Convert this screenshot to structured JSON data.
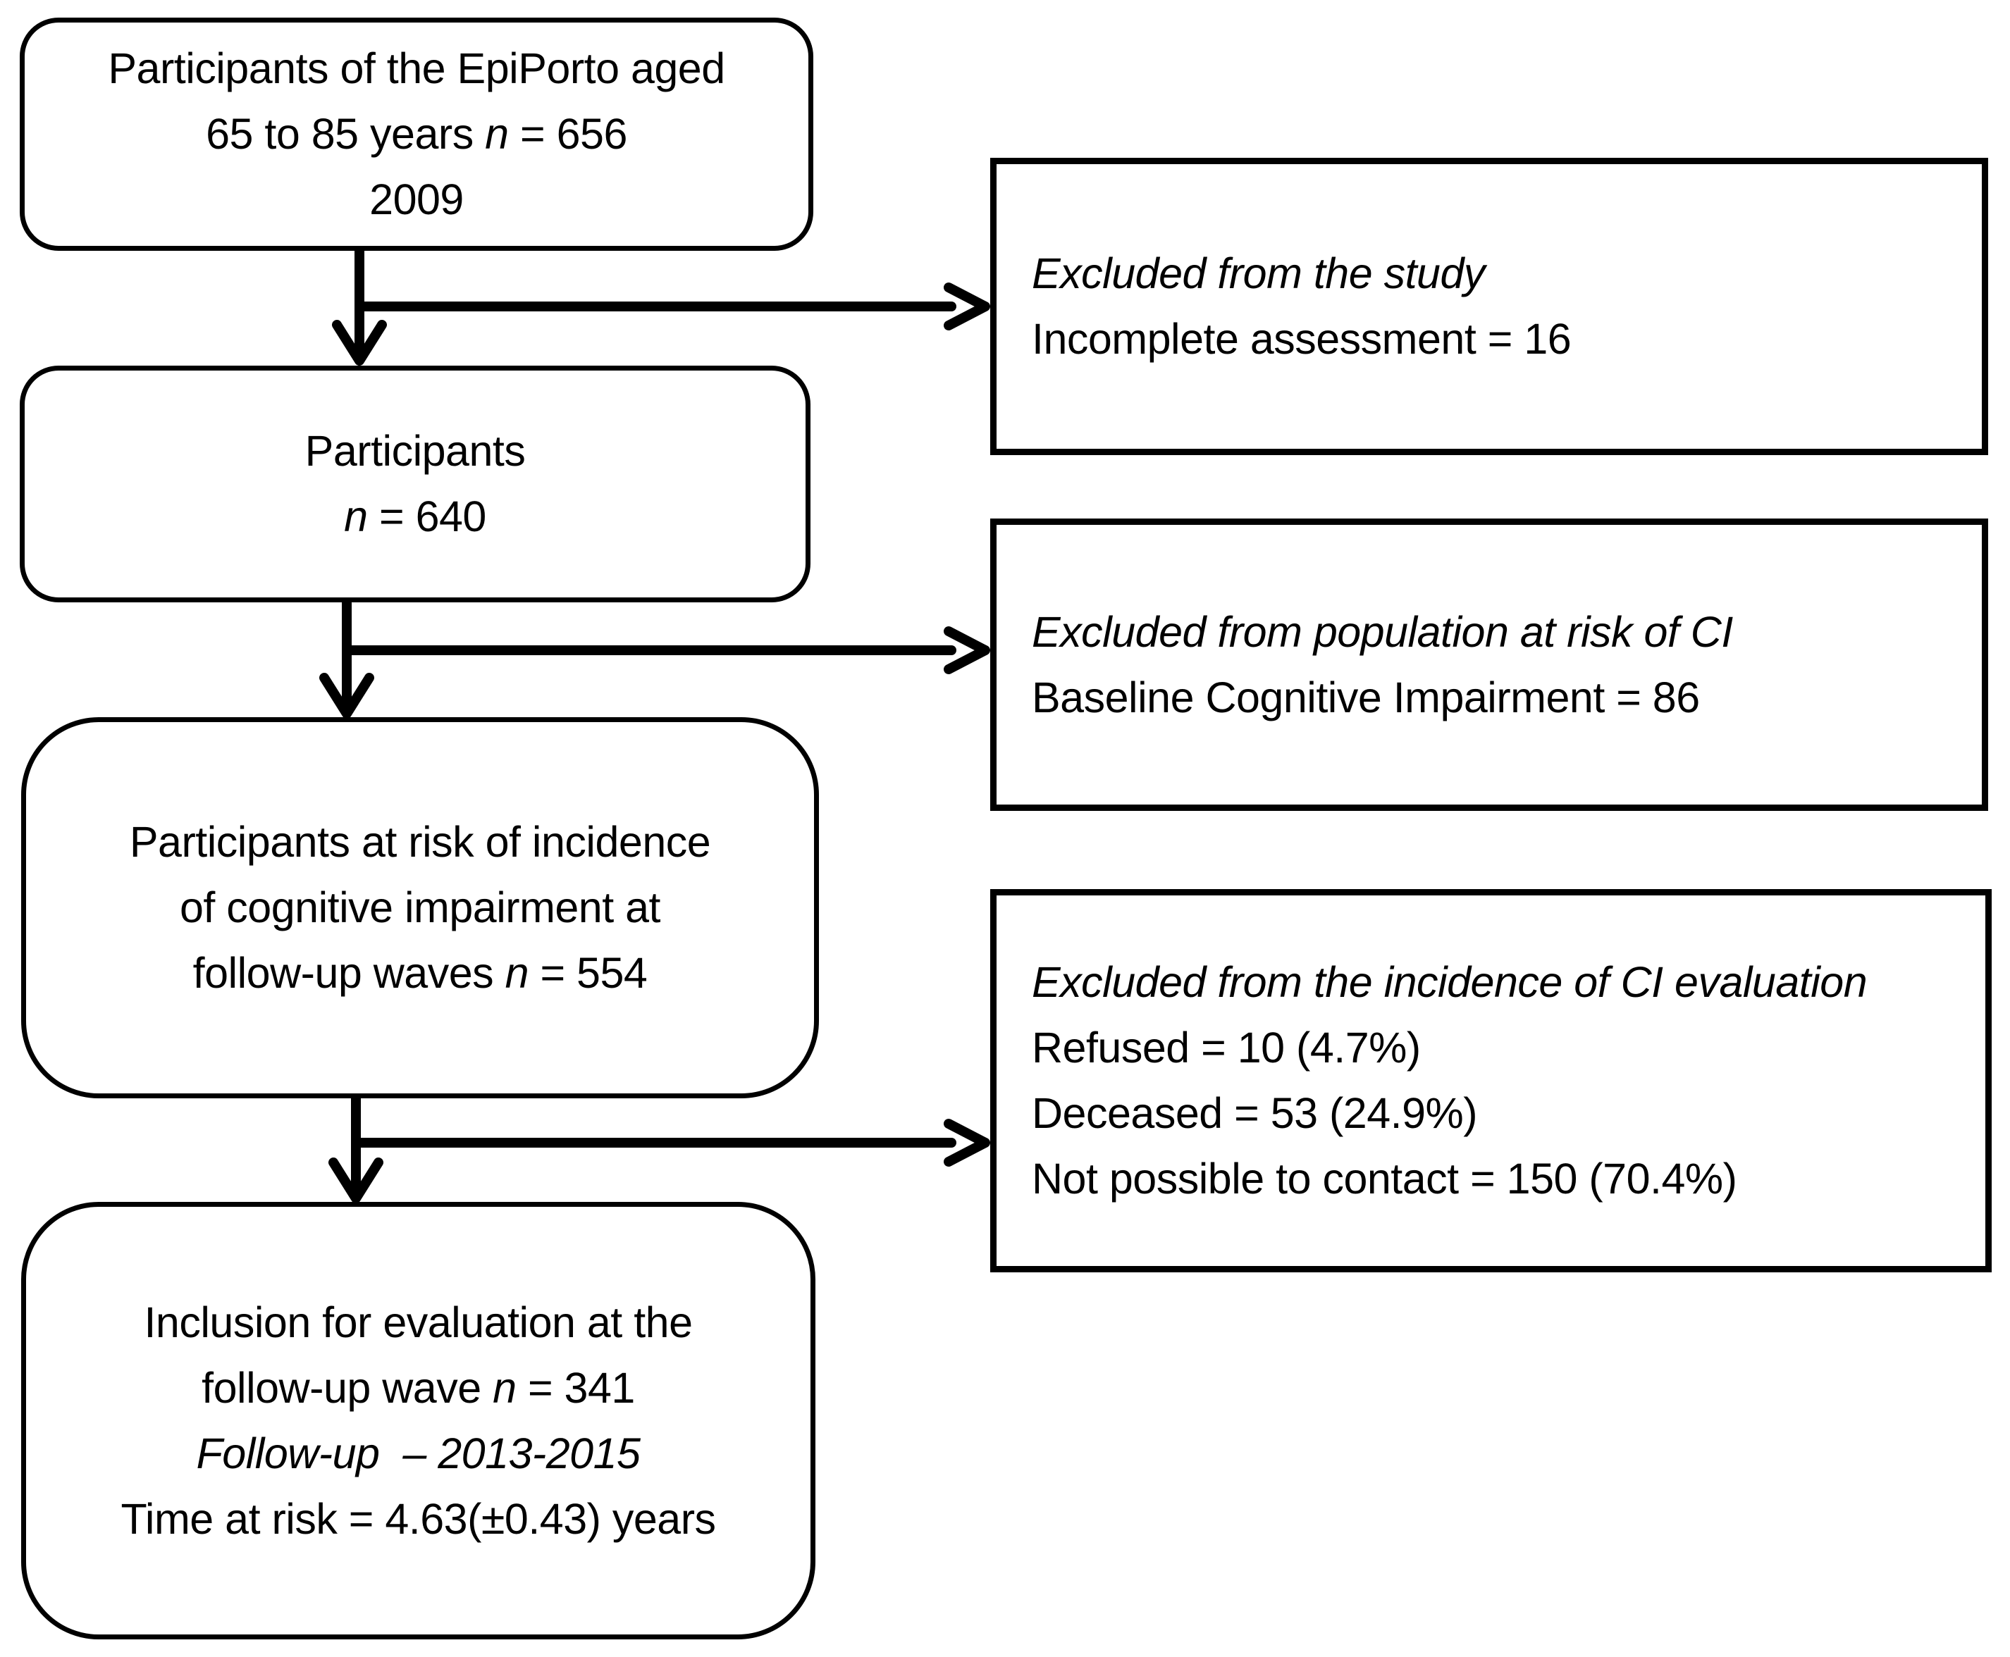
{
  "colors": {
    "background": "#ffffff",
    "line": "#000000",
    "text": "#000000"
  },
  "boxes": {
    "cohort": {
      "l1": "Participants of the EpiPorto aged",
      "l2_pre": "65 to 85 years ",
      "l2_n": "n",
      "l2_post": " = 656",
      "l3": "2009"
    },
    "participants": {
      "l1": "Participants",
      "l2_n": "n",
      "l2_post": " = 640"
    },
    "at_risk": {
      "l1": "Participants at risk of incidence",
      "l2": "of cognitive impairment at",
      "l3_pre": "follow-up waves ",
      "l3_n": "n",
      "l3_post": " = 554"
    },
    "inclusion": {
      "l1": "Inclusion for evaluation at the",
      "l2_pre": "follow-up wave ",
      "l2_n": "n",
      "l2_post": " = 341",
      "l3": "Follow-up  – 2013-2015",
      "l4": "Time at risk = 4.63(±0.43) years"
    },
    "excluded_study": {
      "title": "Excluded from the study",
      "l1": "Incomplete assessment = 16"
    },
    "excluded_at_risk": {
      "title": "Excluded from population at risk of CI",
      "l1": "Baseline Cognitive Impairment = 86"
    },
    "excluded_incidence": {
      "title": "Excluded from the incidence of CI evaluation",
      "l1": "Refused = 10 (4.7%)",
      "l2": "Deceased = 53 (24.9%)",
      "l3": "Not possible to contact = 150 (70.4%)"
    }
  }
}
